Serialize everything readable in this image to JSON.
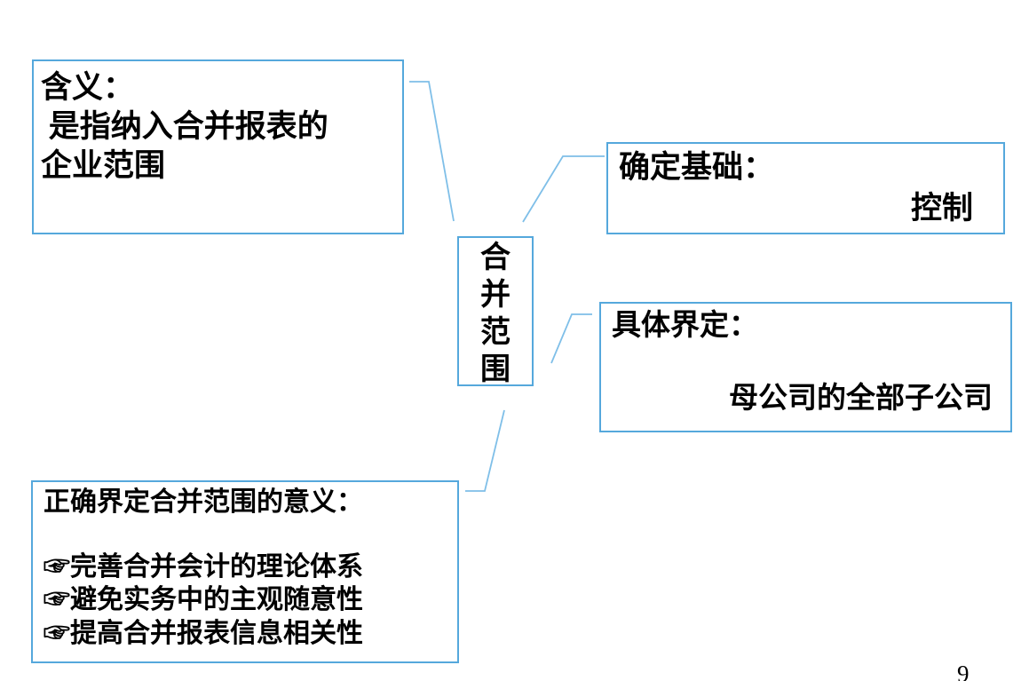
{
  "page": {
    "page_number": "9",
    "colors": {
      "background": "#ffffff",
      "box_border": "#55a8dc",
      "connector_line": "#7fbfe8",
      "text": "#000000"
    }
  },
  "diagram": {
    "central_box": {
      "label": "合并范围",
      "chars": [
        "合",
        "并",
        "范",
        "围"
      ]
    },
    "meaning_box": {
      "lines": [
        "含义：",
        " 是指纳入合并报表的",
        "企业范围"
      ]
    },
    "basis_box": {
      "title": "确定基础：",
      "value": "控制"
    },
    "definition_box": {
      "title": "具体界定：",
      "value": "母公司的全部子公司"
    },
    "significance_box": {
      "title": "正确界定合并范围的意义：",
      "items": [
        "☞完善合并会计的理论体系",
        "☞避免实务中的主观随意性",
        "☞提高合并报表信息相关性"
      ]
    }
  }
}
